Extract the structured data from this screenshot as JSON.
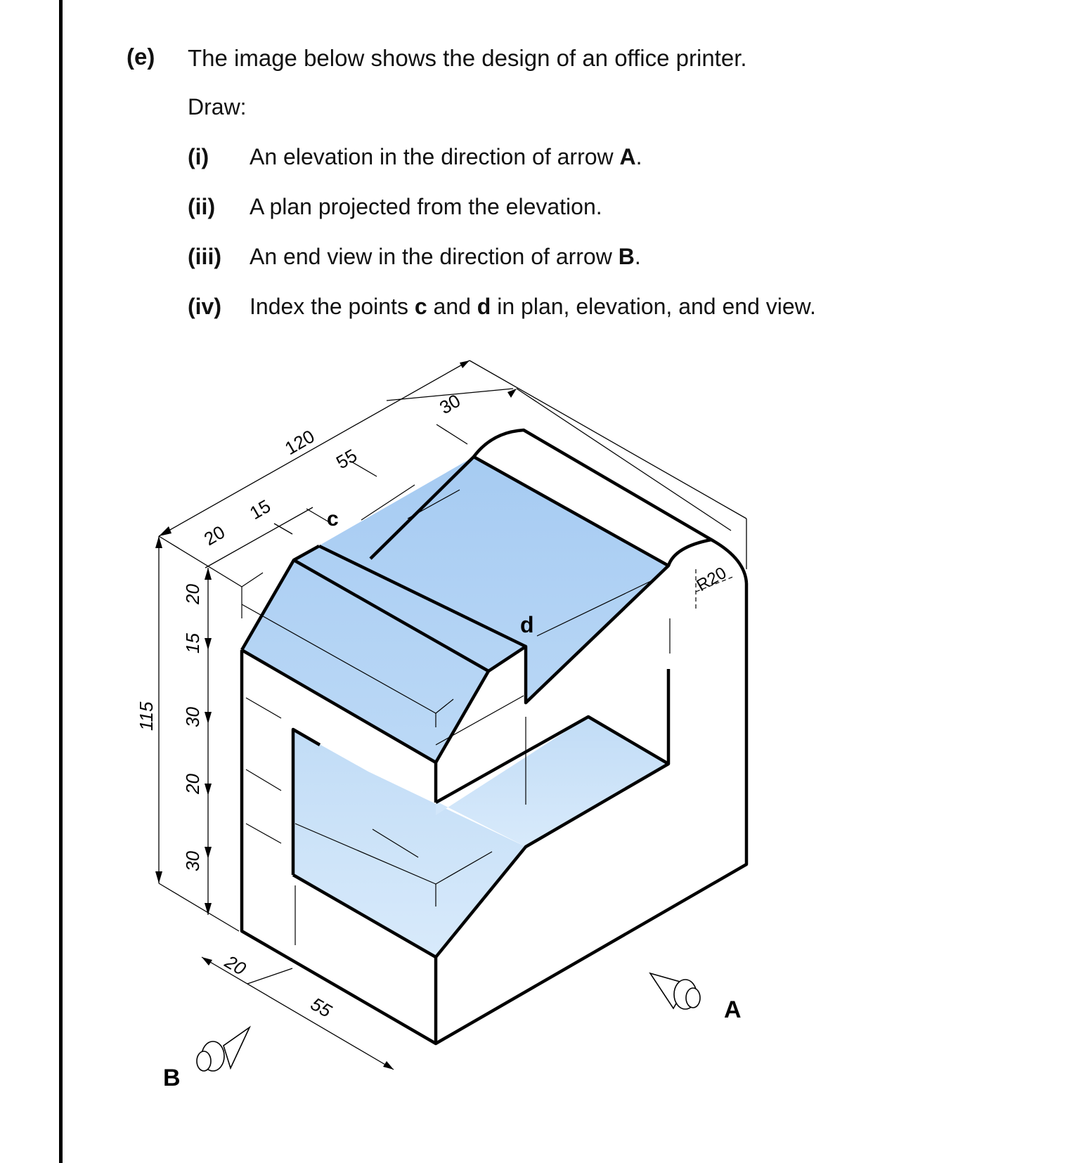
{
  "question": {
    "label": "(e)",
    "intro": "The image below shows the design of an office printer.",
    "draw_label": "Draw:",
    "items": [
      {
        "num": "(i)",
        "before": "An elevation in the direction of arrow ",
        "bold": "A",
        "after": "."
      },
      {
        "num": "(ii)",
        "before": "A plan projected from the elevation.",
        "bold": "",
        "after": ""
      },
      {
        "num": "(iii)",
        "before": "An end view in the direction of arrow ",
        "bold": "B",
        "after": "."
      },
      {
        "num": "(iv)",
        "before": "Index the points ",
        "bold": "c",
        "middle": " and ",
        "bold2": "d",
        "after": " in plan, elevation, and end view."
      }
    ]
  },
  "drawing": {
    "point_labels": {
      "c": "c",
      "d": "d"
    },
    "arrow_labels": {
      "a": "A",
      "b": "B"
    },
    "dimensions": {
      "overall_length": "120",
      "top_55": "55",
      "top_30": "30",
      "top_20": "20",
      "top_15": "15",
      "height": "115",
      "v20": "20",
      "v15": "15",
      "v30a": "30",
      "v20b": "20",
      "v30b": "30",
      "bottom_20": "20",
      "bottom_55": "55",
      "radius": "R20"
    },
    "colors": {
      "fill_top": "#a9ccf2",
      "fill_bottom": "#d3e7fa",
      "outline": "#000000"
    }
  }
}
